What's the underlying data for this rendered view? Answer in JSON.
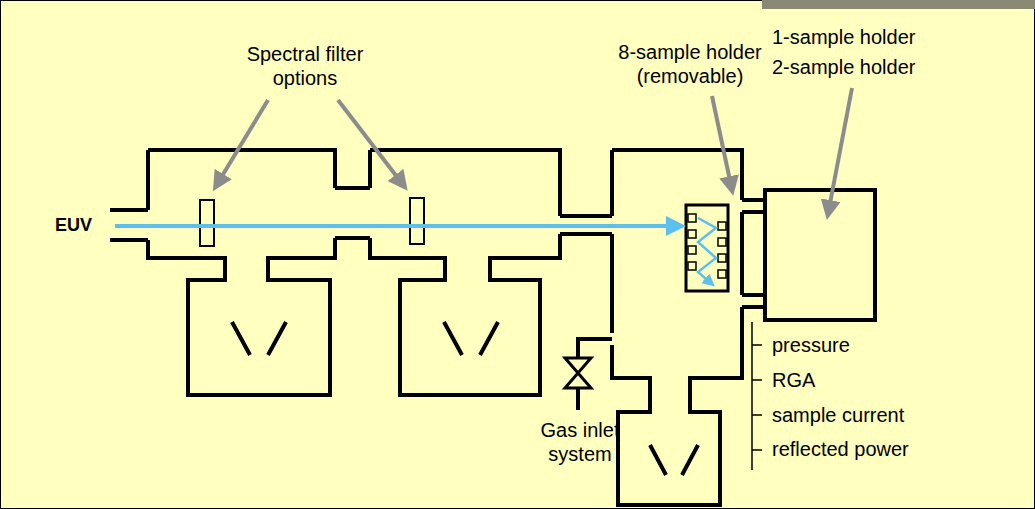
{
  "diagram": {
    "labels": [
      "Spectral filter options",
      "8-sample holder (removable)",
      "1-sample holder",
      "2-sample holder",
      "EUV",
      "pressure",
      "RGA",
      "sample current",
      "reflected power",
      "Gas inlet system"
    ]
  }
}
